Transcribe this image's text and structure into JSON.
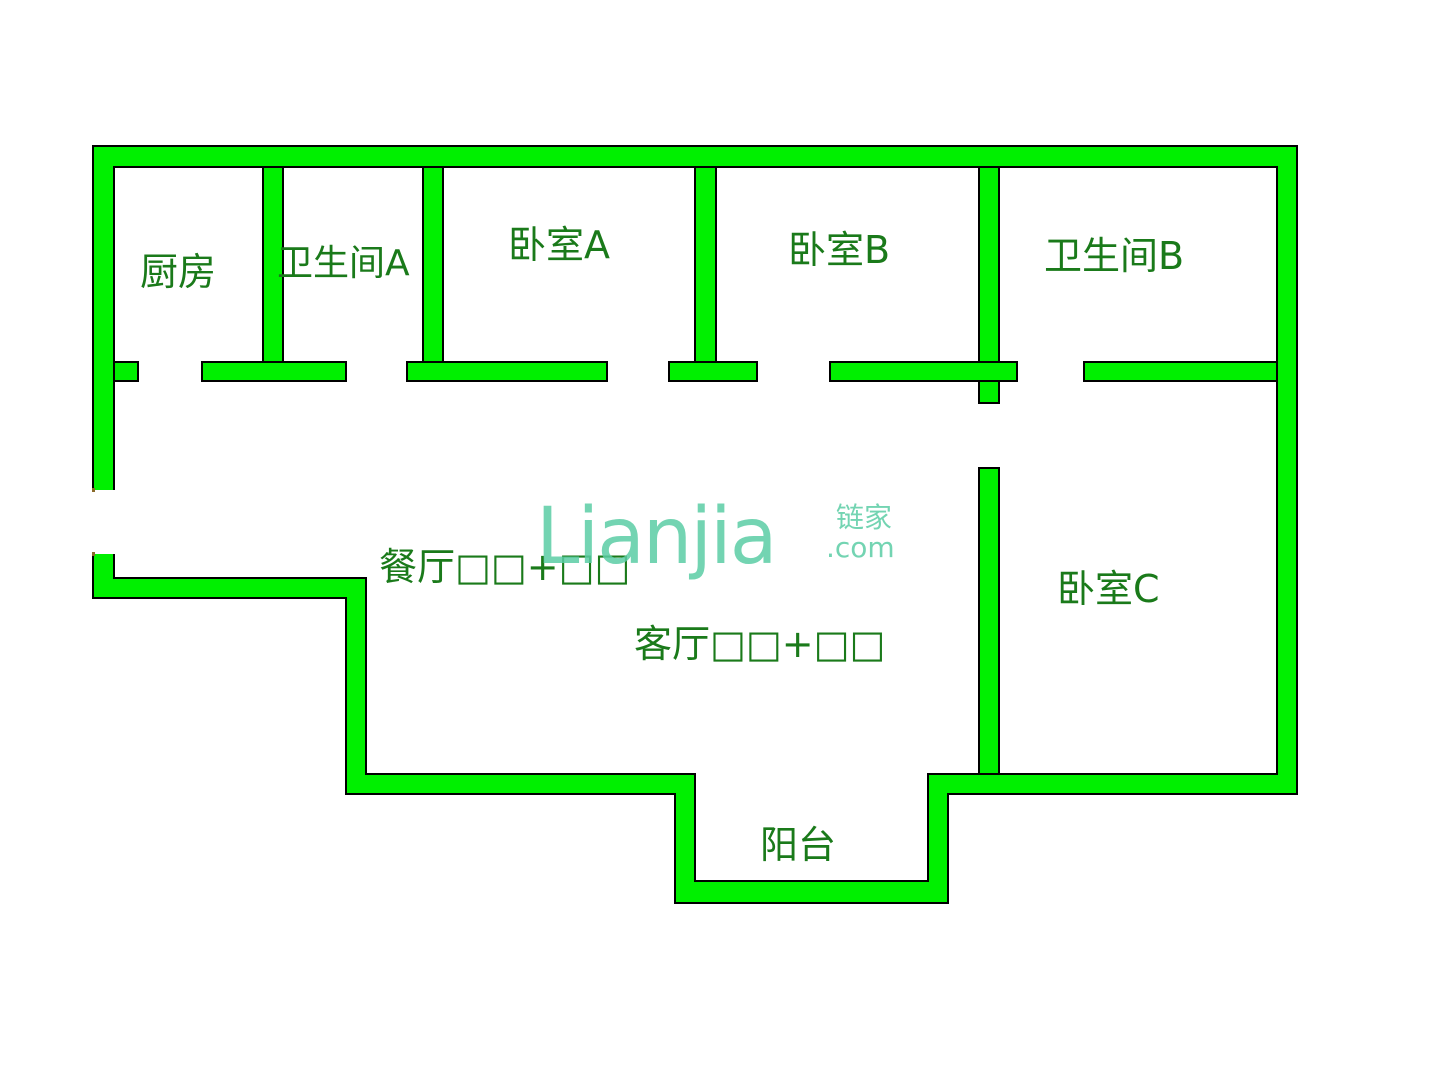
{
  "colors": {
    "wall_fill": "#00f000",
    "wall_outline": "#000000",
    "label": "#1a7a1a",
    "watermark": "#5acda5",
    "door_post": "#8a6a2a"
  },
  "rooms": {
    "kitchen": "厨房",
    "bathroom_a": "卫生间A",
    "bedroom_a": "卧室A",
    "bedroom_b": "卧室B",
    "bathroom_b": "卫生间B",
    "dining": "餐厅□□+□□",
    "living": "客厅□□+□□",
    "bedroom_c": "卧室C",
    "balcony": "阳台"
  },
  "watermark": {
    "logo_text": "Lianjia",
    "logo_cn": "链家",
    "logo_domain": ".com"
  }
}
